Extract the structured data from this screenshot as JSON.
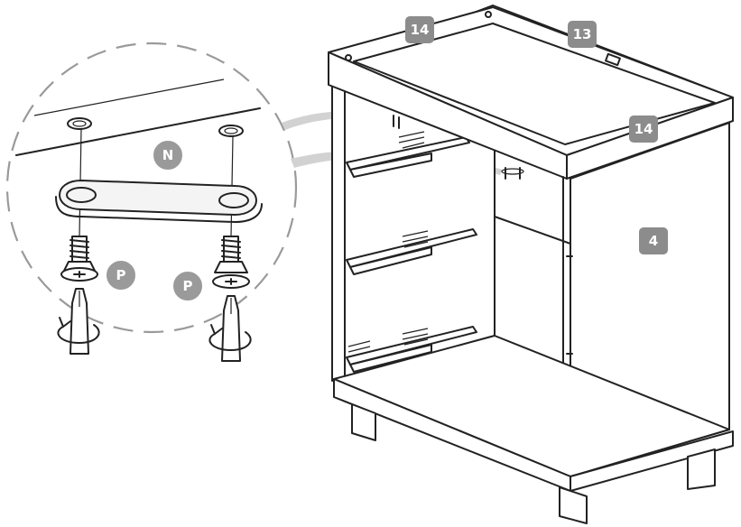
{
  "labels": {
    "part_14_top": "14",
    "part_13": "13",
    "part_14_front": "14",
    "part_4": "4",
    "hardware_n": "N",
    "hardware_p_left": "P",
    "hardware_p_right": "P"
  }
}
